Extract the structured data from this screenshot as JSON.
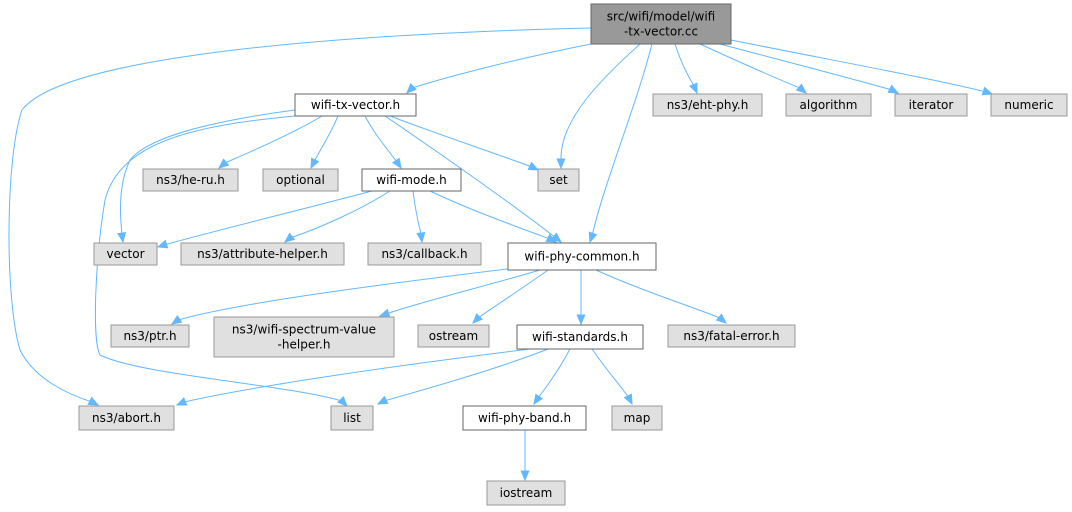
{
  "diagram": {
    "root": {
      "lines": [
        "src/wifi/model/wifi",
        "-tx-vector.cc"
      ]
    },
    "wifi_tx_vector_h": {
      "lines": [
        "wifi-tx-vector.h"
      ]
    },
    "eht_phy_h": {
      "lines": [
        "ns3/eht-phy.h"
      ]
    },
    "algorithm": {
      "lines": [
        "algorithm"
      ]
    },
    "iterator": {
      "lines": [
        "iterator"
      ]
    },
    "numeric": {
      "lines": [
        "numeric"
      ]
    },
    "he_ru_h": {
      "lines": [
        "ns3/he-ru.h"
      ]
    },
    "optional": {
      "lines": [
        "optional"
      ]
    },
    "wifi_mode_h": {
      "lines": [
        "wifi-mode.h"
      ]
    },
    "set": {
      "lines": [
        "set"
      ]
    },
    "vector": {
      "lines": [
        "vector"
      ]
    },
    "attribute_helper_h": {
      "lines": [
        "ns3/attribute-helper.h"
      ]
    },
    "callback_h": {
      "lines": [
        "ns3/callback.h"
      ]
    },
    "wifi_phy_common_h": {
      "lines": [
        "wifi-phy-common.h"
      ]
    },
    "ptr_h": {
      "lines": [
        "ns3/ptr.h"
      ]
    },
    "spectrum_value_helper_h": {
      "lines": [
        "ns3/wifi-spectrum-value",
        "-helper.h"
      ]
    },
    "ostream": {
      "lines": [
        "ostream"
      ]
    },
    "wifi_standards_h": {
      "lines": [
        "wifi-standards.h"
      ]
    },
    "fatal_error_h": {
      "lines": [
        "ns3/fatal-error.h"
      ]
    },
    "abort_h": {
      "lines": [
        "ns3/abort.h"
      ]
    },
    "list": {
      "lines": [
        "list"
      ]
    },
    "wifi_phy_band_h": {
      "lines": [
        "wifi-phy-band.h"
      ]
    },
    "map": {
      "lines": [
        "map"
      ]
    },
    "iostream": {
      "lines": [
        "iostream"
      ]
    }
  },
  "colors": {
    "edge": "#63b8ff",
    "root_fill": "#999999",
    "doc_fill": "#ffffff",
    "ext_fill": "#e0e0e0"
  }
}
